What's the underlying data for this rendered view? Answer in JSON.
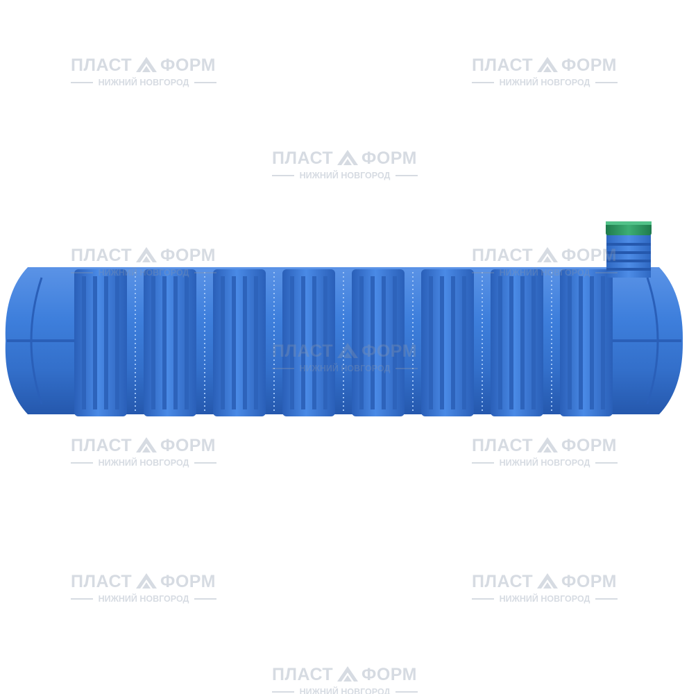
{
  "watermark": {
    "brand_left": "ПЛАСТ",
    "brand_right": "ФОРМ",
    "city": "НИЖНИЙ НОВГОРОД"
  },
  "colors": {
    "tank_main": "#3a7ad8",
    "tank_dark": "#2558ad",
    "tank_light": "#6ea2ee",
    "lid_green": "#2e9a64",
    "watermark_gray": "#8a97ad"
  }
}
